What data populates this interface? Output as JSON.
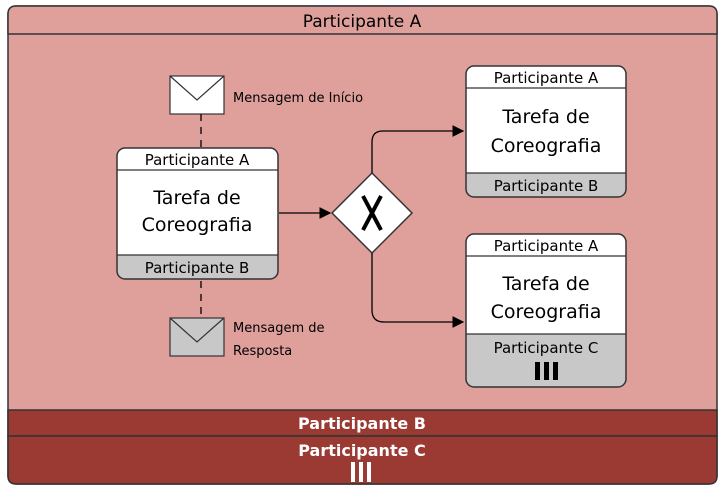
{
  "pool": {
    "top_band": "Participante A",
    "bottom_band_b": "Participante B",
    "bottom_band_c": "Participante C"
  },
  "task_left": {
    "top": "Participante A",
    "name_line1": "Tarefa de",
    "name_line2": "Coreografia",
    "bottom": "Participante B"
  },
  "task_upper_right": {
    "top": "Participante A",
    "name_line1": "Tarefa de",
    "name_line2": "Coreografia",
    "bottom": "Participante B"
  },
  "task_lower_right": {
    "top": "Participante A",
    "name_line1": "Tarefa de",
    "name_line2": "Coreografia",
    "bottom": "Participante C"
  },
  "messages": {
    "start_label": "Mensagem de Início",
    "reply_label_line1": "Mensagem de",
    "reply_label_line2": "Resposta"
  },
  "colors": {
    "pool_fill": "#dfa09c",
    "band_fill": "#9b3a33",
    "band_text": "#ffffff",
    "task_body": "#ffffff",
    "task_bottom_gray": "#c8c8c8",
    "envelope_reply_fill": "#c8c8c8"
  }
}
